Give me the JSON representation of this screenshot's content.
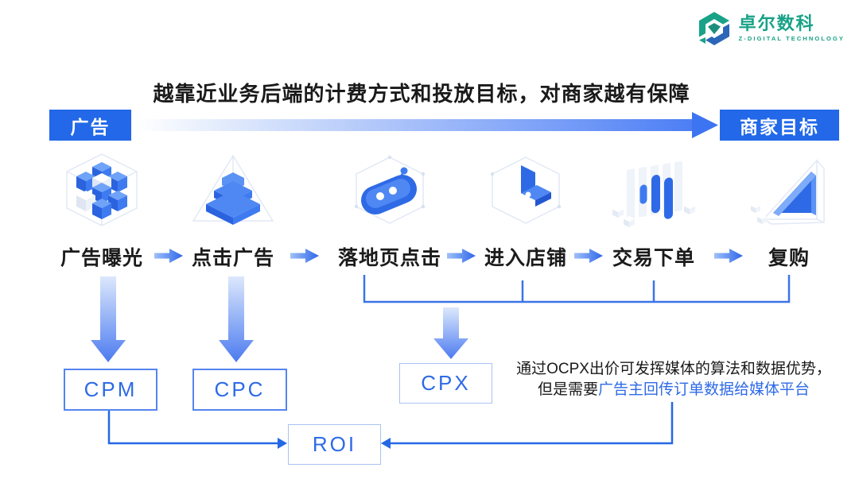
{
  "logo": {
    "name": "卓尔数科",
    "subtitle": "Z-DIGITAL TECHNOLOGY",
    "teal": "#18A287",
    "blue": "#2B66B8"
  },
  "title": "越靠近业务后端的计费方式和投放目标，对商家越有保障",
  "flow": {
    "start_label": "广告",
    "end_label": "商家目标",
    "steps": [
      {
        "label": "广告曝光",
        "icon": "voxel-cluster-icon"
      },
      {
        "label": "点击广告",
        "icon": "step-pyramid-icon"
      },
      {
        "label": "落地页点击",
        "icon": "robot-icon"
      },
      {
        "label": "进入店铺",
        "icon": "l-panel-icon"
      },
      {
        "label": "交易下单",
        "icon": "bar-chart-icon"
      },
      {
        "label": "复购",
        "icon": "trend-prism-icon"
      }
    ]
  },
  "billing": {
    "cpm": "CPM",
    "cpc": "CPC",
    "cpx": "CPX",
    "roi": "ROI"
  },
  "note": {
    "line1": "通过OCPX出价可发挥媒体的算法和数据优势，",
    "line2_black": "但是需要",
    "line2_blue": "广告主回传订单数据给媒体平台"
  },
  "colors": {
    "primary_box_blue": "#2268E8",
    "connector_blue": "#2E6AE6",
    "gradient_arrow_blue": "#4C7EF5",
    "box_border_strong": "#5585F0",
    "box_border_soft": "#A9C3F3",
    "blue_text": "#2E6AE6",
    "black_text": "#1A1A1A"
  }
}
